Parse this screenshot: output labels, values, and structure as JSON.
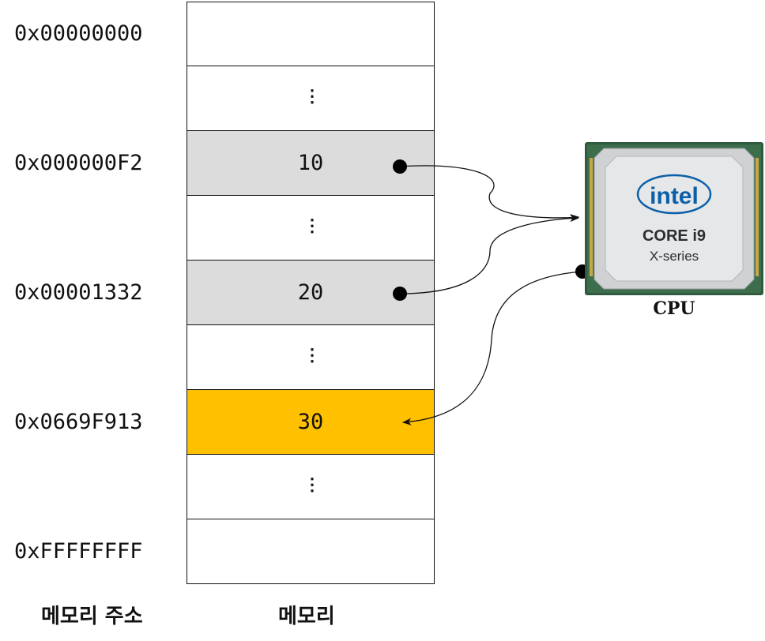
{
  "addresses": [
    "0x00000000",
    "0x000000F2",
    "0x00001332",
    "0x0669F913",
    "0xFFFFFFFF"
  ],
  "memory": {
    "ellipsis": "⋮",
    "values": [
      "10",
      "20",
      "30"
    ]
  },
  "labels": {
    "address_column": "메모리 주소",
    "memory_column": "메모리"
  },
  "cpu": {
    "caption": "CPU",
    "brand": "intel",
    "line1": "CORE i9",
    "line2": "X-series"
  },
  "colors": {
    "highlight_gray": "#dcdcdc",
    "highlight_orange": "#ffc000"
  }
}
